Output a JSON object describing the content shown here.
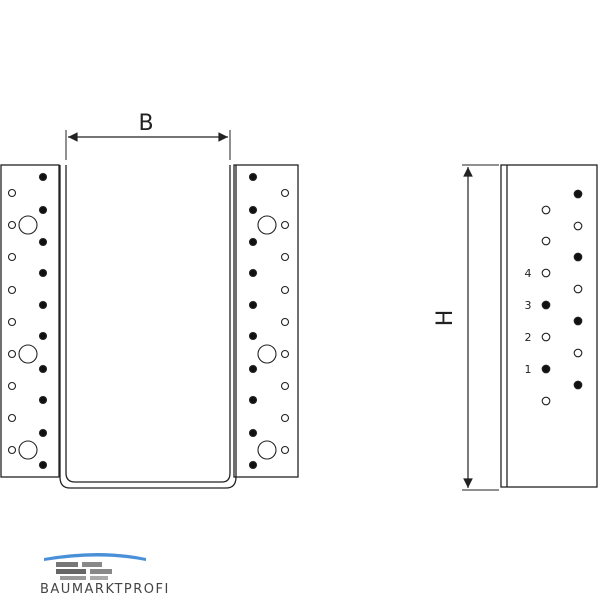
{
  "diagram": {
    "dimension_width_label": "B",
    "dimension_height_label": "H",
    "hole_numbers": [
      "4",
      "3",
      "2",
      "1"
    ]
  },
  "brand": {
    "name": "BAUMARKTPROFI"
  },
  "colors": {
    "line": "#222222",
    "logo_blue": "#4a90d9",
    "logo_grey": "#666666"
  }
}
